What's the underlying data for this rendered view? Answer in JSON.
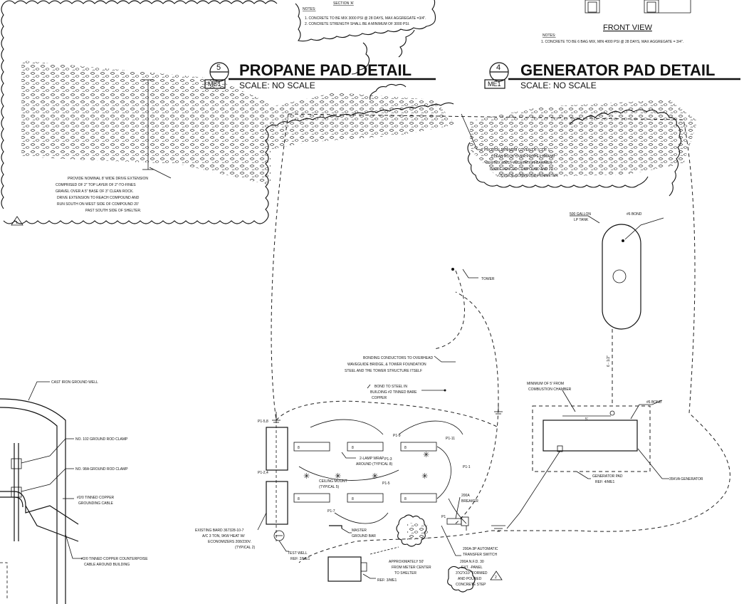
{
  "top_notes": {
    "section_label": "SECTION 'A'",
    "notes_heading": "NOTES:",
    "note_1": "1.  CONCRETE TO BE MIX 3000 PSI @ 28 DAYS, MAX AGGREGATE =3/4\".",
    "note_2": "2.  CONCRETE STRENGTH SHALL BE A MINIMUM OF 3000 PSI."
  },
  "front_view": {
    "label": "FRONT VIEW",
    "notes_heading": "NOTES:",
    "note_1": "1.  CONCRETE TO BE 6 BAG MIX, MIN 4000 PSI @ 28 DAYS, MAX AGGREGATE = 3/4\"."
  },
  "propane_detail": {
    "number": "5",
    "sheet": "ME1",
    "title": "PROPANE PAD DETAIL",
    "scale": "SCALE: NO SCALE"
  },
  "generator_detail": {
    "number": "4",
    "sheet": "ME1",
    "title": "GENERATOR PAD DETAIL",
    "scale": "SCALE: NO SCALE"
  },
  "revision_mark": "1",
  "revision_mark_2": "2",
  "drive_note": [
    "PROVIDE NOMINAL 8' WIDE DRIVE EXTENSION",
    "COMPRISED OF 2\" TOP LAYER OF 2\"-TO-FINES",
    "GRAVEL OVER A 5\" BASE OF 3\" CLEAN ROCK.",
    "DRIVE EXTENSION TO REACH COMPOUND AND",
    "RUN SOUTH ON WEST SIDE OF COMPOUND 20'",
    "PAST SOUTH SIDE OF SHELTER."
  ],
  "cover_note": [
    "PROVIDE MINIMUM COVER OF 5\" OF 1\"",
    "CLEAN ROCK OVER PROPEX BRAND",
    "GEOTEX 200ST VEGETATION BARRIER",
    "INSIDE FENCED COMPOUND AND 20'",
    "OUTSIDE COMPOUND PERIMETER"
  ],
  "tank": {
    "label_1": "500 GALLON",
    "label_2": "LP TANK",
    "bond": "#6 BOND"
  },
  "tower_label": "TOWER",
  "gas_line_label": "6 - 1/2\"",
  "bonding_note": [
    "BONDING CONDUCTORS TO OVERHEAD",
    "WAVEGUIDE BRIDGE, & TOWER FOUNDATION",
    "STEEL AND THE TOWER STRUCTURE ITSELF"
  ],
  "steel_bond_note": [
    "BOND TO STEEL IN",
    "BUILDING #2 TINNED BARE",
    "COPPER"
  ],
  "combustion_note": [
    "MINIMUM OF 5' FROM",
    "COMBUSTION CHAMBER"
  ],
  "generator": {
    "bond": "#6 BOND",
    "dim": "5'",
    "pad_1": "GENERATOR PAD",
    "pad_2": "REF: 4/ME1",
    "unit": "35KVA GENERATOR"
  },
  "grounding": {
    "well": "CAST IRON GROUND WELL",
    "clamp_1": "NO. 102 GROUND ROD CLAMP",
    "clamp_2": "NO. 98A GROUND ROD CLAMP",
    "cable_1a": "#2/0 TINNED COPPER",
    "cable_1b": "GROUNDING CABLE",
    "cable_2a": "#2/0 TINNED COPPER COUNTERPOISE",
    "cable_2b": "CABLE AROUND BUILDING"
  },
  "circuits": {
    "p1_58": "P1-5,8",
    "p1_24": "P1-2,4",
    "p1_9": "P1-9",
    "p1_11": "P1-11",
    "p1_3": "P1-3",
    "p1_1": "P1-1",
    "p1_5": "P1-5",
    "p1_7": "P1-7",
    "p1": "P1",
    "fixture": "8"
  },
  "lamp_note": [
    "2-LAMP WRAP",
    "AROUND (TYPICAL 8)"
  ],
  "ceiling_note": [
    "CEILING MOUNT",
    "(TYPICAL 5)"
  ],
  "breaker_note": [
    "200A",
    "BREAKER"
  ],
  "ac_note": [
    "EXISTING BARD 367328-10-7",
    "A/C 3 TON, 9KW HEAT W/",
    "ECONOMIZERS 208/230V.",
    "(TYPICAL 2)"
  ],
  "ground_bar": [
    "MASTER",
    "GROUND BAR"
  ],
  "test_well": [
    "TEST WELL",
    "REF: 2/ME1"
  ],
  "meter_note": [
    "APPROXIMATELY 50'",
    "FROM METER CENTER",
    "TO SHELTER"
  ],
  "transfer_note": [
    "200A-3P AUTOMATIC",
    "TRANSFER SWITCH"
  ],
  "nfd_note": [
    "200A N.F.D. 30",
    "EXT. -PANEL"
  ],
  "step_note": [
    "3'X2'X10\" FORMED",
    "AND POURED",
    "CONCRETE STEP"
  ],
  "meter_ref": "REF: 3/ME1"
}
